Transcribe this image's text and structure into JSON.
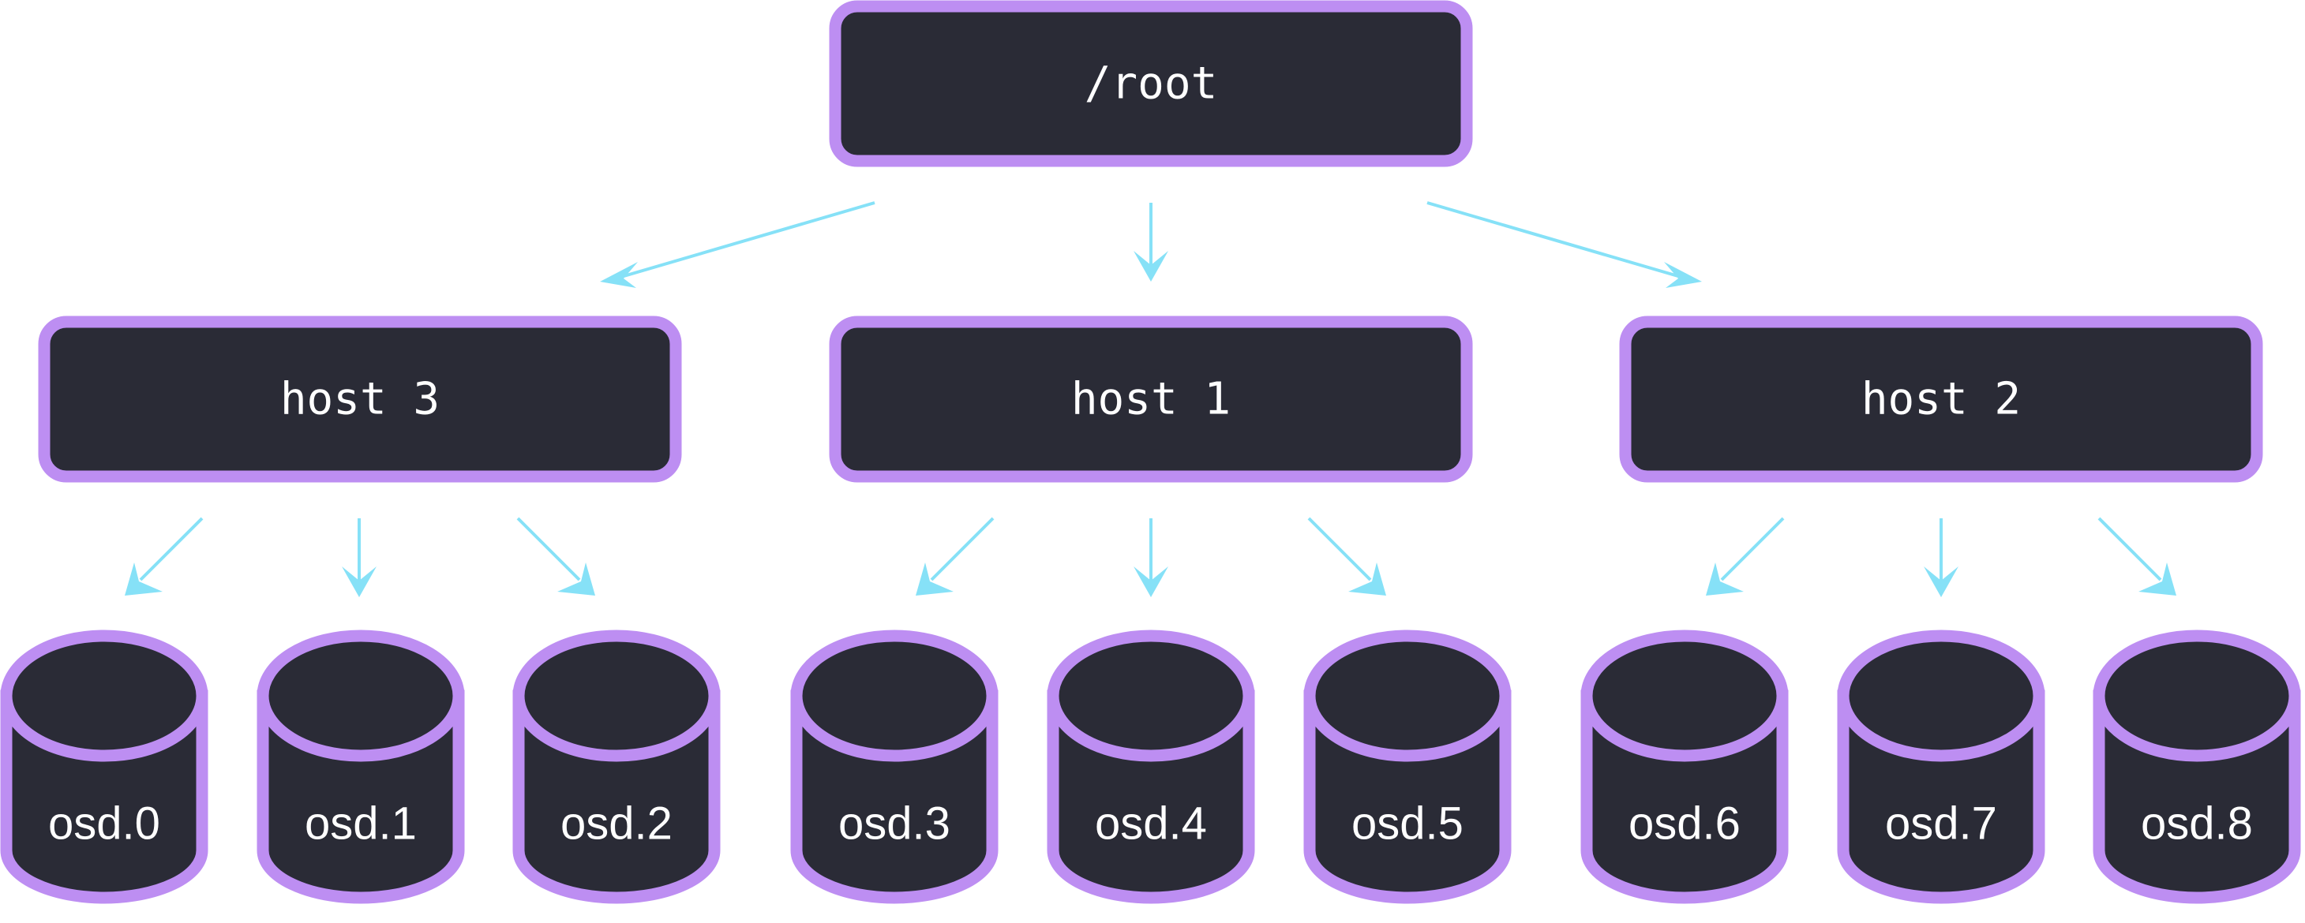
{
  "diagram": {
    "root": {
      "label": "/root"
    },
    "hosts": [
      {
        "label": "host 3"
      },
      {
        "label": "host 1"
      },
      {
        "label": "host 2"
      }
    ],
    "osds": [
      {
        "label": "osd.0"
      },
      {
        "label": "osd.1"
      },
      {
        "label": "osd.2"
      },
      {
        "label": "osd.3"
      },
      {
        "label": "osd.4"
      },
      {
        "label": "osd.5"
      },
      {
        "label": "osd.6"
      },
      {
        "label": "osd.7"
      },
      {
        "label": "osd.8"
      }
    ],
    "edges": [
      {
        "from": "root",
        "to": "host 3"
      },
      {
        "from": "root",
        "to": "host 1"
      },
      {
        "from": "root",
        "to": "host 2"
      },
      {
        "from": "host 3",
        "to": "osd.0"
      },
      {
        "from": "host 3",
        "to": "osd.1"
      },
      {
        "from": "host 3",
        "to": "osd.2"
      },
      {
        "from": "host 1",
        "to": "osd.3"
      },
      {
        "from": "host 1",
        "to": "osd.4"
      },
      {
        "from": "host 1",
        "to": "osd.5"
      },
      {
        "from": "host 2",
        "to": "osd.6"
      },
      {
        "from": "host 2",
        "to": "osd.7"
      },
      {
        "from": "host 2",
        "to": "osd.8"
      }
    ],
    "colors": {
      "node_fill": "#2a2b36",
      "node_border": "#bd8ef2",
      "arrow": "#86e1f7",
      "text": "#ffffff"
    }
  }
}
